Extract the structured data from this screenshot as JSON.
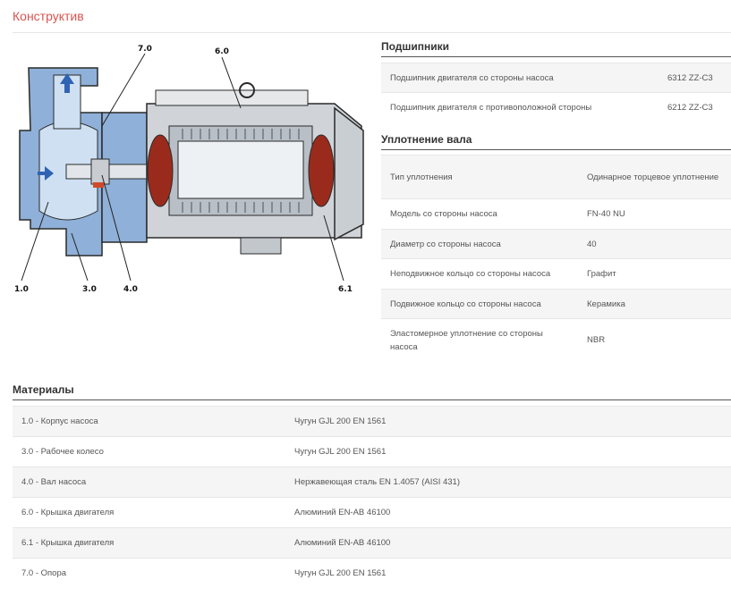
{
  "page": {
    "title": "Конструктив"
  },
  "diagram": {
    "callouts": [
      "7.0",
      "6.0",
      "1.0",
      "3.0",
      "4.0",
      "6.1"
    ]
  },
  "bearings": {
    "title": "Подшипники",
    "rows": [
      {
        "label": "Подшипник двигателя со стороны насоса",
        "value": "6312 ZZ-C3"
      },
      {
        "label": "Подшипник двигателя с противоположной стороны",
        "value": "6212 ZZ-C3"
      }
    ]
  },
  "seal": {
    "title": "Уплотнение вала",
    "rows": [
      {
        "label": "Тип уплотнения",
        "value": "Одинарное торцевое уплотнение"
      },
      {
        "label": "Модель со стороны насоса",
        "value": "FN-40 NU"
      },
      {
        "label": "Диаметр со стороны насоса",
        "value": "40"
      },
      {
        "label": "Неподвижное кольцо со стороны насоса",
        "value": "Графит"
      },
      {
        "label": "Подвижное кольцо со стороны насоса",
        "value": "Керамика"
      },
      {
        "label": "Эластомерное уплотнение со стороны насоса",
        "value": "NBR"
      }
    ]
  },
  "materials": {
    "title": "Материалы",
    "rows": [
      {
        "label": "1.0 - Корпус насоса",
        "value": "Чугун GJL 200 EN 1561"
      },
      {
        "label": "3.0 - Рабочее колесо",
        "value": "Чугун GJL 200 EN 1561"
      },
      {
        "label": "4.0 - Вал насоса",
        "value": "Нержавеющая сталь EN 1.4057 (AISI 431)"
      },
      {
        "label": "6.0 - Крышка двигателя",
        "value": "Алюминий EN-AB 46100"
      },
      {
        "label": "6.1 - Крышка двигателя",
        "value": "Алюминий EN-AB 46100"
      },
      {
        "label": "7.0 - Опора",
        "value": "Чугун GJL 200 EN 1561"
      }
    ]
  }
}
